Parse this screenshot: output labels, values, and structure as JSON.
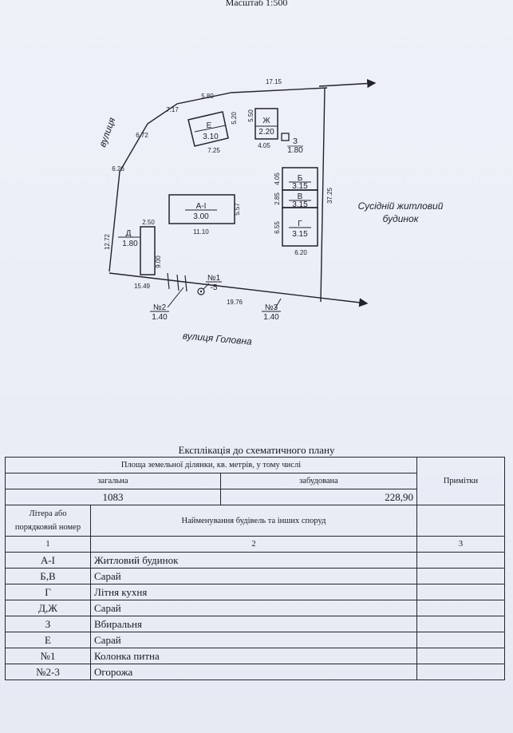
{
  "header": {
    "scale_title": "Масштаб 1:500"
  },
  "plan": {
    "buildings": [
      {
        "id": "E",
        "letter": "Е",
        "height": "3.10"
      },
      {
        "id": "Zh",
        "letter": "Ж",
        "height": "2.20"
      },
      {
        "id": "Z",
        "letter": "З",
        "height": "1.80"
      },
      {
        "id": "A",
        "letter": "А-І",
        "height": "3.00"
      },
      {
        "id": "B",
        "letter": "Б",
        "height": "3.15"
      },
      {
        "id": "V",
        "letter": "В",
        "height": "3.15"
      },
      {
        "id": "G",
        "letter": "Г",
        "height": "3.15"
      },
      {
        "id": "D",
        "letter": "Д",
        "height": "1.80"
      }
    ],
    "dimensions": [
      "5.80",
      "17.15",
      "7.17",
      "6.72",
      "6.26",
      "12.72",
      "5.20",
      "5.50",
      "7.25",
      "4.05",
      "4.05",
      "2.85",
      "6.55",
      "6.20",
      "37.25",
      "5.57",
      "11.10",
      "2.50",
      "9.00",
      "15.49",
      "19.76"
    ],
    "markers": {
      "well": {
        "label": "№1",
        "value": "-5"
      },
      "fence2": {
        "label": "№2",
        "value": "1.40"
      },
      "fence3": {
        "label": "№3",
        "value": "1.40"
      }
    },
    "street_left": "вулиця",
    "street_bottom": "вулиця  Головна",
    "neighbor_line1": "Сусідній житловий",
    "neighbor_line2": "будинок"
  },
  "explication": {
    "title": "Експлікація до схематичного плану",
    "area_header": "Площа земельної ділянки, кв. метрів, у тому числі",
    "total_label": "загальна",
    "built_label": "забудована",
    "total_value": "1083",
    "built_value": "228,90",
    "notes_header": "Примітки",
    "col1_header": "Літера або порядковий номер",
    "col2_header": "Найменування будівель та інших споруд",
    "col_numbers": [
      "1",
      "2",
      "3"
    ],
    "rows": [
      {
        "letter": "А-І",
        "name": "Житловий будинок"
      },
      {
        "letter": "Б,В",
        "name": "Сарай"
      },
      {
        "letter": "Г",
        "name": "Літня кухня"
      },
      {
        "letter": "Д,Ж",
        "name": "Сарай"
      },
      {
        "letter": "З",
        "name": "Вбиральня"
      },
      {
        "letter": "Е",
        "name": "Сарай"
      },
      {
        "letter": "№1",
        "name": "Колонка питна"
      },
      {
        "letter": "№2-3",
        "name": "Огорожа"
      }
    ]
  }
}
